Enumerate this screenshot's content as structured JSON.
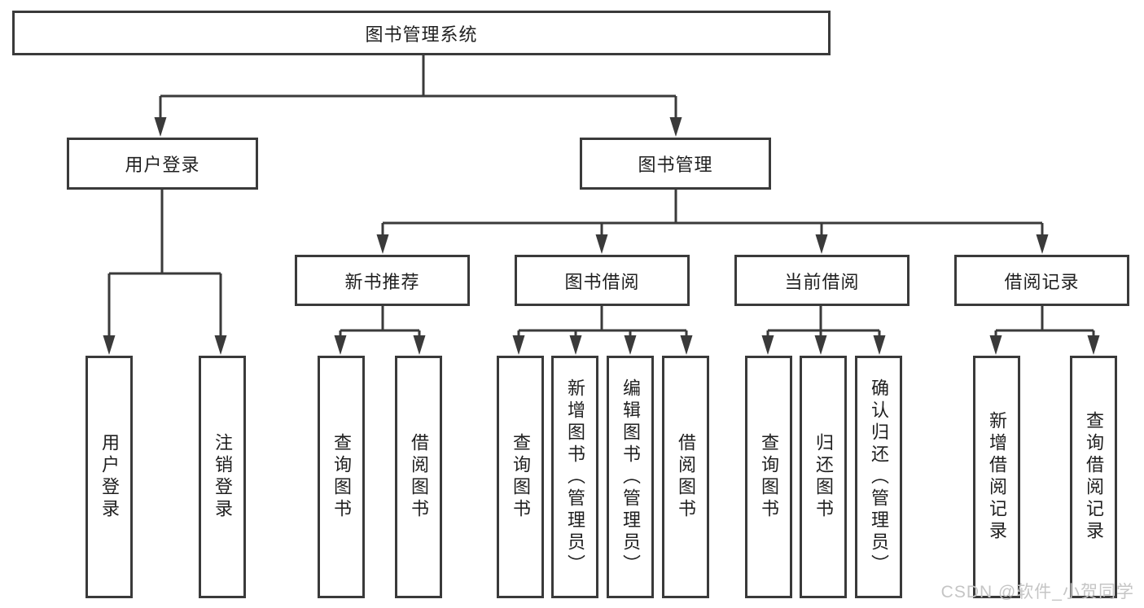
{
  "diagram": {
    "type": "hierarchy-tree",
    "title": "图书管理系统",
    "watermark": "CSDN @软件_小贺同学",
    "colors": {
      "line": "#3a3a3a",
      "box_border": "#3a3a3a",
      "text": "#1f1f1f",
      "background": "#ffffff",
      "watermark": "#c5c5c5"
    },
    "tree": {
      "label": "图书管理系统",
      "children": [
        {
          "label": "用户登录",
          "children": [
            {
              "label": "用户登录"
            },
            {
              "label": "注销登录"
            }
          ]
        },
        {
          "label": "图书管理",
          "children": [
            {
              "label": "新书推荐",
              "children": [
                {
                  "label": "查询图书"
                },
                {
                  "label": "借阅图书"
                }
              ]
            },
            {
              "label": "图书借阅",
              "children": [
                {
                  "label": "查询图书"
                },
                {
                  "label": "新增图书（管理员）"
                },
                {
                  "label": "编辑图书（管理员）"
                },
                {
                  "label": "借阅图书"
                }
              ]
            },
            {
              "label": "当前借阅",
              "children": [
                {
                  "label": "查询图书"
                },
                {
                  "label": "归还图书"
                },
                {
                  "label": "确认归还（管理员）"
                }
              ]
            },
            {
              "label": "借阅记录",
              "children": [
                {
                  "label": "新增借阅记录"
                },
                {
                  "label": "查询借阅记录"
                }
              ]
            }
          ]
        }
      ]
    }
  }
}
